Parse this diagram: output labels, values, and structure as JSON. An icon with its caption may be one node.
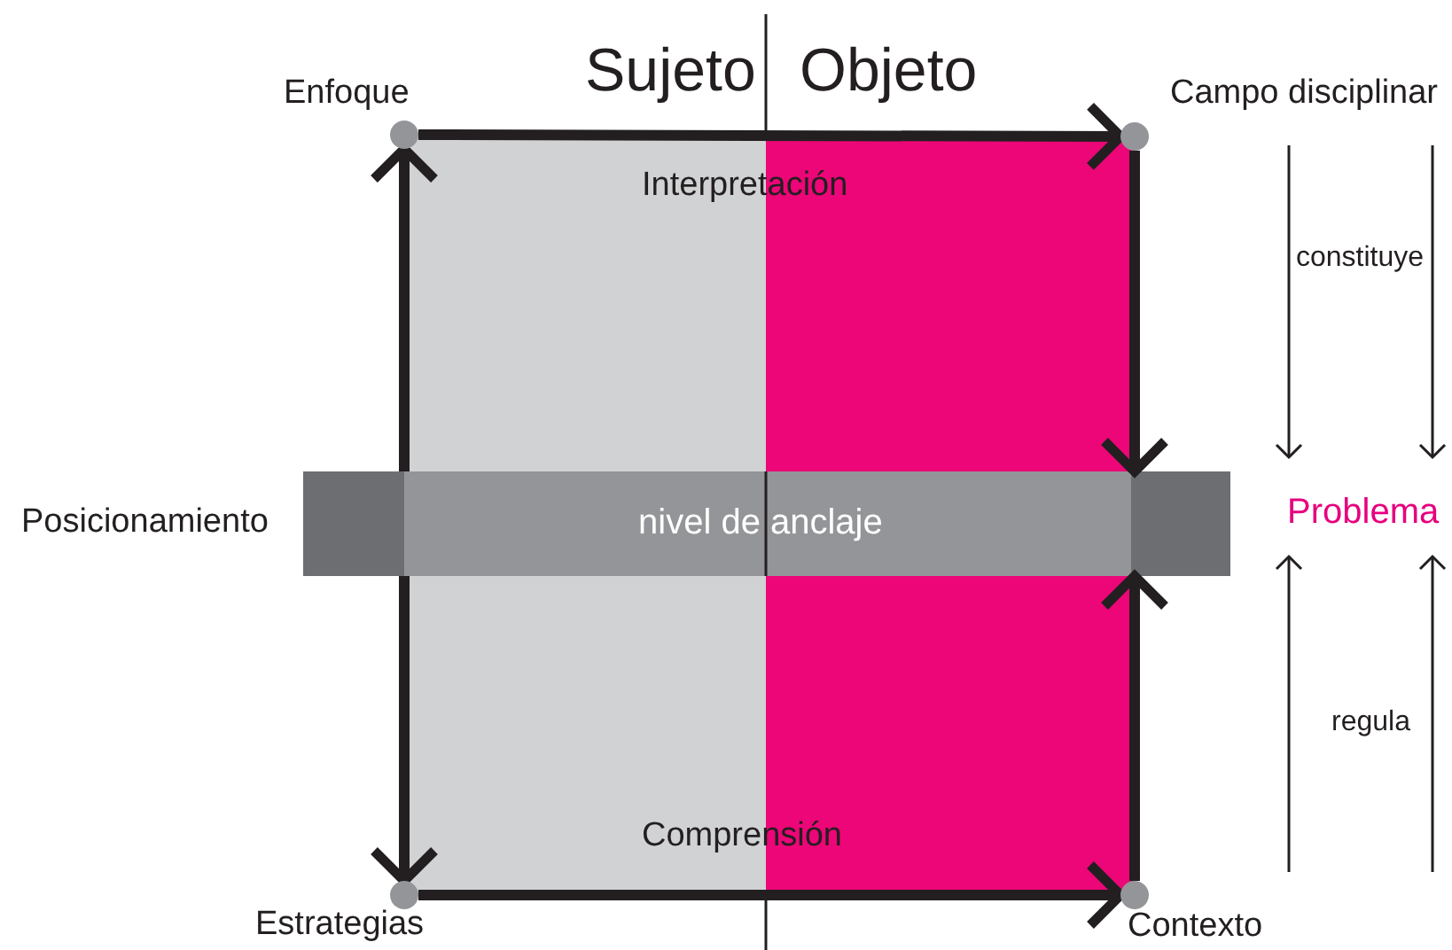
{
  "diagram": {
    "nodes": [
      {
        "text": [
          "Enfoque"
        ]
      },
      {
        "text": [
          "Campo disciplinar"
        ]
      },
      {
        "text": [
          "nivel de anclaje"
        ],
        "beside": [
          "Posicionamiento"
        ]
      },
      {
        "text": [
          "Problema"
        ]
      },
      {
        "text": [
          "Estrategias"
        ]
      },
      {
        "text": [
          "Contexto"
        ]
      }
    ],
    "edges": [
      {
        "from": 0,
        "to": 1,
        "arrow": "to"
      },
      {
        "from": 1,
        "to": 2,
        "arrow": "to"
      },
      {
        "from": 2,
        "to": 0,
        "arrow": "to"
      },
      {
        "from": 5,
        "to": 2,
        "arrow": "to"
      },
      {
        "from": 2,
        "to": 4,
        "arrow": "to"
      },
      {
        "from": 4,
        "to": 5,
        "arrow": "to"
      },
      {
        "from": null,
        "to": 3,
        "arrow": "to"
      },
      {
        "from": null,
        "to": 3,
        "arrow": "to"
      },
      {
        "from": null,
        "to": 3,
        "arrow": "to"
      },
      {
        "from": null,
        "to": 3,
        "arrow": "to"
      }
    ],
    "labels": [
      "Sujeto",
      "Objeto",
      "Interpretación",
      "constituye",
      "regula",
      "Comprensión"
    ]
  }
}
